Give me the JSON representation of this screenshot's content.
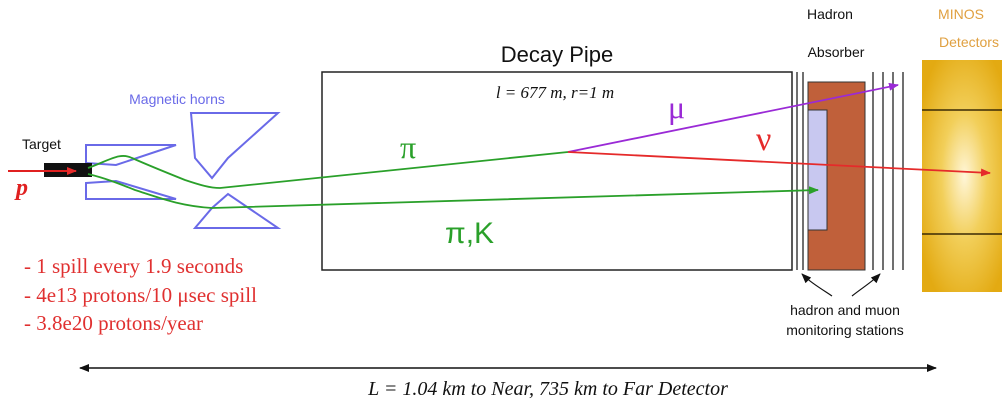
{
  "labels": {
    "target": "Target",
    "proton": "p",
    "magnetic_horns": "Magnetic horns",
    "decay_pipe_title": "Decay Pipe",
    "decay_pipe_dims": "l = 677 m, r=1 m",
    "pion": "π",
    "pion_kaon": "π,K",
    "muon": "μ",
    "neutrino": "ν",
    "hadron_absorber_line1": "Hadron",
    "hadron_absorber_line2": "Absorber",
    "minos_line1": "MINOS",
    "minos_line2": "Detectors",
    "monitoring_line1": "hadron and muon",
    "monitoring_line2": "monitoring stations",
    "distance": "L = 1.04 km to Near, 735 km to Far Detector"
  },
  "beam_facts": [
    "- 1 spill every 1.9 seconds",
    "- 4e13 protons/10 μsec spill",
    "- 3.8e20 protons/year"
  ],
  "colors": {
    "proton": "#e02020",
    "horns": "#6a6ae8",
    "pion": "#2aa02a",
    "muon": "#9a2ad6",
    "neutrino": "#e52a2a",
    "absorber": "#c0603a",
    "absorber_core": "#c8c8f0",
    "detector": "#e8b21a",
    "minos_text": "#e0a040",
    "facts": "#e03030"
  }
}
